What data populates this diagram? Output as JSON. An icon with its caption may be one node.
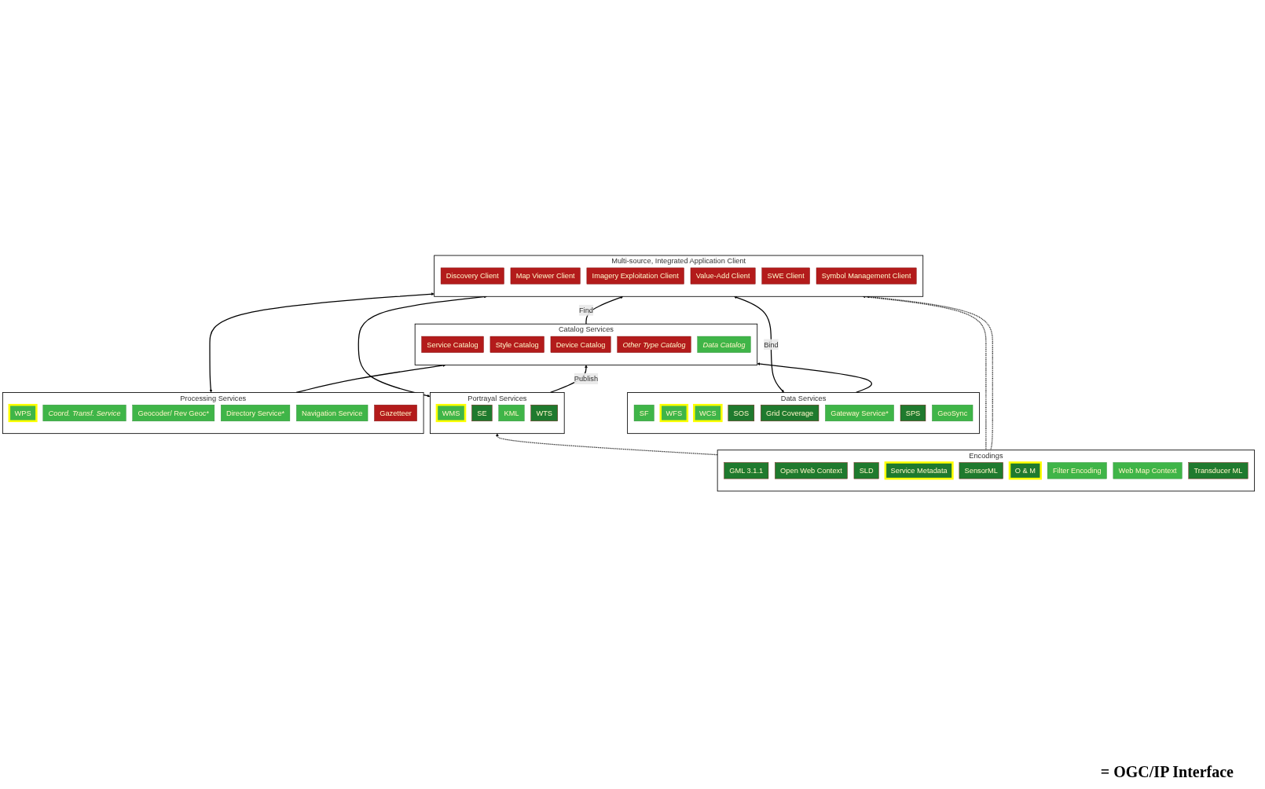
{
  "diagram": {
    "nodes": [
      {
        "text": [
          "Multi-source, Integrated Application Client"
        ]
      },
      {
        "text": [
          "Discovery Client"
        ],
        "in": 0
      },
      {
        "text": [
          "Map Viewer Client"
        ],
        "in": 0
      },
      {
        "text": [
          "Imagery Exploitation Client"
        ],
        "in": 0
      },
      {
        "text": [
          "Value-Add Client"
        ],
        "in": 0
      },
      {
        "text": [
          "SWE Client"
        ],
        "in": 0
      },
      {
        "text": [
          "Symbol Management Client"
        ],
        "in": 0
      },
      {
        "text": [
          "Encodings"
        ]
      },
      {
        "text": [
          "GML 3.1.1"
        ],
        "in": 7
      },
      {
        "text": [
          "Open Web Context"
        ],
        "in": 7
      },
      {
        "text": [
          "SLD"
        ],
        "in": 7
      },
      {
        "text": [
          "Service Metadata"
        ],
        "in": 7
      },
      {
        "text": [
          "SensorML"
        ],
        "in": 7
      },
      {
        "text": [
          "O & M"
        ],
        "in": 7
      },
      {
        "text": [
          "Filter Encoding"
        ],
        "in": 7
      },
      {
        "text": [
          "Web Map Context"
        ],
        "in": 7
      },
      {
        "text": [
          "Transducer ML"
        ],
        "in": 7
      },
      {
        "text": [
          "Catalog Services"
        ]
      },
      {
        "text": [
          "Service Catalog"
        ],
        "in": 17
      },
      {
        "text": [
          "Style Catalog"
        ],
        "in": 17
      },
      {
        "text": [
          "Device Catalog"
        ],
        "in": 17
      },
      {
        "text": [
          "Other Type Catalog"
        ],
        "in": 17
      },
      {
        "text": [
          "Data Catalog"
        ],
        "in": 17
      },
      {
        "text": [
          "Data Services"
        ]
      },
      {
        "text": [
          "SF"
        ],
        "in": 23
      },
      {
        "text": [
          "WFS"
        ],
        "in": 23
      },
      {
        "text": [
          "WCS"
        ],
        "in": 23
      },
      {
        "text": [
          "SOS"
        ],
        "in": 23
      },
      {
        "text": [
          "Grid Coverage"
        ],
        "in": 23
      },
      {
        "text": [
          "Gateway Service*"
        ],
        "in": 23
      },
      {
        "text": [
          "SPS"
        ],
        "in": 23
      },
      {
        "text": [
          "GeoSync"
        ],
        "in": 23
      },
      {
        "text": [
          "Portrayal Services"
        ]
      },
      {
        "text": [
          "WMS"
        ],
        "in": 32
      },
      {
        "text": [
          "SE"
        ],
        "in": 32
      },
      {
        "text": [
          "KML"
        ],
        "in": 32
      },
      {
        "text": [
          "WTS"
        ],
        "in": 32
      },
      {
        "text": [
          "Processing Services"
        ]
      },
      {
        "text": [
          "WPS"
        ],
        "in": 37
      },
      {
        "text": [
          "Coord. Transf. Service"
        ],
        "in": 37
      },
      {
        "text": [
          "Geocoder/ Rev Geoc*"
        ],
        "in": 37
      },
      {
        "text": [
          "Directory Service*"
        ],
        "in": 37
      },
      {
        "text": [
          "Navigation Service"
        ],
        "in": 37
      },
      {
        "text": [
          "Gazetteer"
        ],
        "in": 37
      }
    ],
    "edges": [
      {
        "from": 17,
        "to": 0,
        "arrow": "to",
        "label": "Find"
      },
      {
        "from": 7,
        "to": 0,
        "arrow": "to",
        "style": "dashed"
      },
      {
        "from": 7,
        "to": 0,
        "arrow": "to",
        "style": "dashed"
      },
      {
        "from": 23,
        "to": 17,
        "arrow": "to"
      },
      {
        "from": 32,
        "to": 17,
        "arrow": "to",
        "label": "Publish"
      },
      {
        "from": 37,
        "to": 17,
        "arrow": "to"
      },
      {
        "from": 7,
        "to": 32,
        "arrow": "to",
        "style": "dashed"
      },
      {
        "from": 0,
        "to": 23,
        "arrow": "both",
        "label": "Bind"
      },
      {
        "from": 0,
        "to": 32,
        "arrow": "both"
      },
      {
        "from": 0,
        "to": 37,
        "arrow": "both"
      }
    ],
    "labels": [
      "= OGC/IP Interface"
    ]
  }
}
